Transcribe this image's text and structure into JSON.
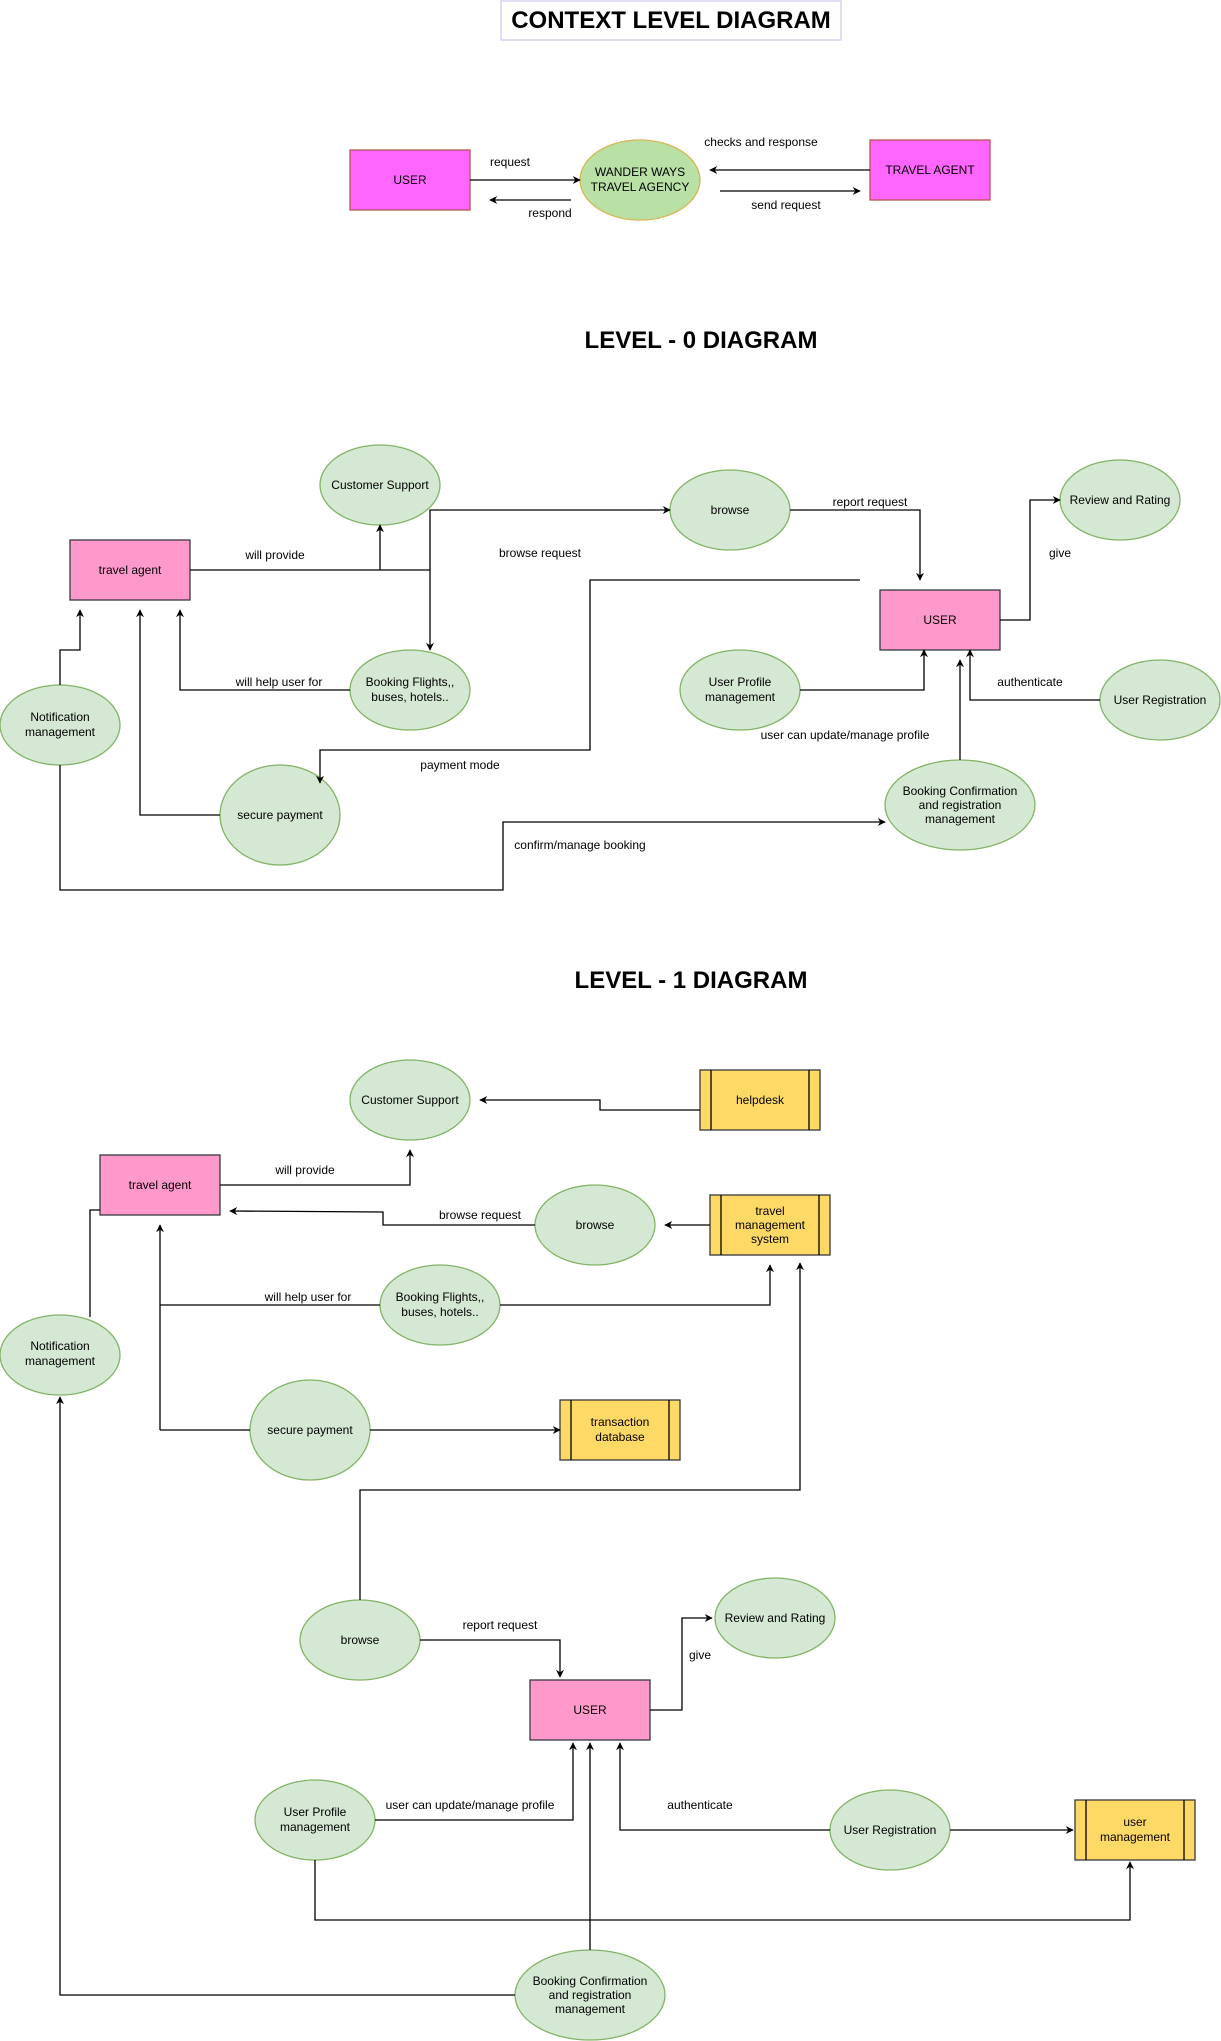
{
  "titles": {
    "context": "CONTEXT LEVEL DIAGRAM",
    "level0": "LEVEL - 0 DIAGRAM",
    "level1": "LEVEL - 1 DIAGRAM"
  },
  "context": {
    "user": "USER",
    "agency_line1": "WANDER WAYS",
    "agency_line2": "TRAVEL AGENCY",
    "travel_agent": "TRAVEL AGENT",
    "request": "request",
    "respond": "respond",
    "checks_and_response": "checks and response",
    "send_request": "send request"
  },
  "level0": {
    "travel_agent": "travel agent",
    "customer_support": "Customer Support",
    "browse": "browse",
    "review_and_rating": "Review and Rating",
    "user": "USER",
    "booking_line1": "Booking Flights,,",
    "booking_line2": "buses, hotels..",
    "notification_line1": "Notification",
    "notification_line2": "management",
    "secure_payment": "secure payment",
    "profile_line1": "User Profile",
    "profile_line2": "management",
    "user_registration": "User Registration",
    "confirm_line1": "Booking Confirmation",
    "confirm_line2": "and registration",
    "confirm_line3": "management",
    "will_provide": "will provide",
    "browse_request": "browse request",
    "report_request": "report request",
    "give": "give",
    "will_help_user_for": "will help user for",
    "authenticate": "authenticate",
    "user_can_update": "user can update/manage profile",
    "payment_mode": "payment mode",
    "confirm_manage_booking": "confirm/manage booking"
  },
  "level1": {
    "customer_support": "Customer Support",
    "helpdesk": "helpdesk",
    "travel_agent": "travel agent",
    "browse": "browse",
    "tms_line1": "travel",
    "tms_line2": "management",
    "tms_line3": "system",
    "notification_line1": "Notification",
    "notification_line2": "management",
    "booking_line1": "Booking Flights,,",
    "booking_line2": "buses, hotels..",
    "secure_payment": "secure payment",
    "txn_line1": "transaction",
    "txn_line2": "database",
    "browse2": "browse",
    "review_and_rating": "Review and Rating",
    "user": "USER",
    "profile_line1": "User Profile",
    "profile_line2": "management",
    "user_registration": "User Registration",
    "um_line1": "user",
    "um_line2": "management",
    "confirm_line1": "Booking Confirmation",
    "confirm_line2": "and registration",
    "confirm_line3": "management",
    "will_provide": "will provide",
    "browse_request": "browse request",
    "will_help_user_for": "will help user for",
    "report_request": "report request",
    "give": "give",
    "user_can_update": "user can update/manage profile",
    "authenticate": "authenticate"
  },
  "colors": {
    "external_entity_context": "#ff66ff",
    "external_entity": "#ff99cc",
    "process": "#d5e8d4",
    "process_main": "#b9e0a5",
    "data_store": "#ffd966"
  }
}
